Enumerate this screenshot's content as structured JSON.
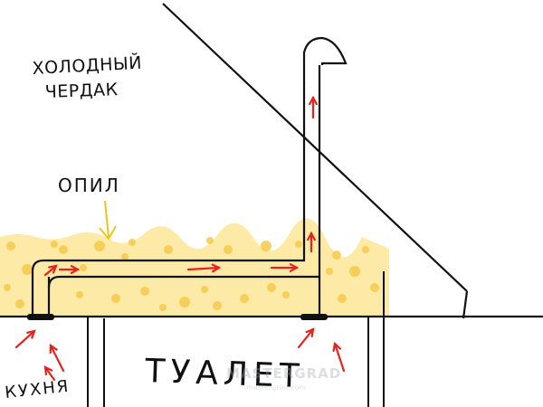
{
  "labels": {
    "cold_attic_line1": "ХОЛОДНЫЙ",
    "cold_attic_line2": "ЧЕРДАК",
    "sawdust": "ОПИЛ",
    "toilet": "ТУАЛЕТ",
    "kitchen": "КУХНЯ"
  },
  "watermark": {
    "text": "MASTERGRAD",
    "subtext": "mastergrad.com"
  },
  "colors": {
    "line": "#111111",
    "sawdust_fill": "#fdeaa6",
    "sawdust_dot": "#f6c94a",
    "sawdust_label": "#f0c419",
    "airflow_arrow": "#e8221b",
    "watermark": "#9aa3ad"
  },
  "legend_icons": {
    "airflow": "red-arrow",
    "insulation": "yellow-dots"
  }
}
